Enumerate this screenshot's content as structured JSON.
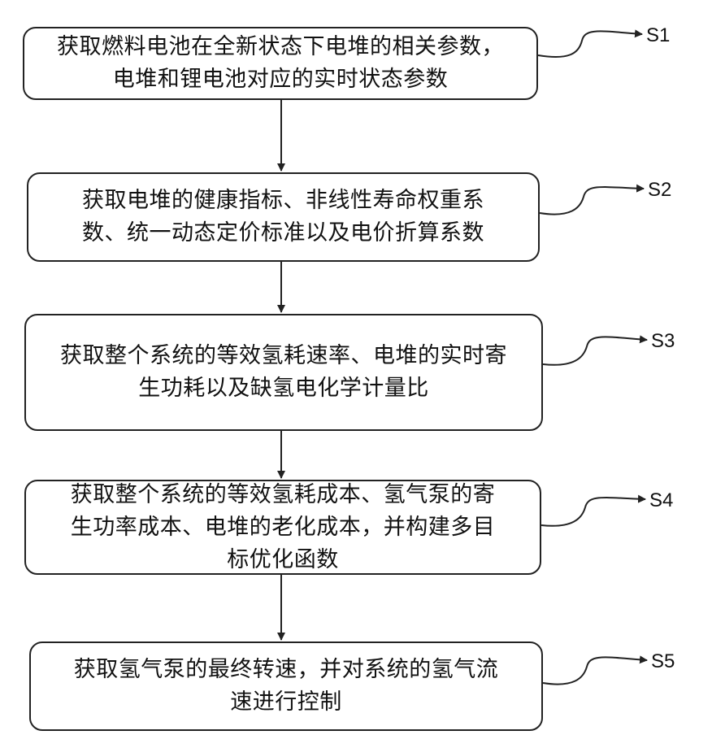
{
  "steps": [
    {
      "id": "S1",
      "text": "获取燃料电池在全新状态下电堆的相关参数，\n电堆和锂电池对应的实时状态参数"
    },
    {
      "id": "S2",
      "text": "获取电堆的健康指标、非线性寿命权重系\n数、统一动态定价标准以及电价折算系数"
    },
    {
      "id": "S3",
      "text": "获取整个系统的等效氢耗速率、电堆的实时寄\n生功耗以及缺氢电化学计量比"
    },
    {
      "id": "S4",
      "text": "获取整个系统的等效氢耗成本、氢气泵的寄\n生功率成本、电堆的老化成本，并构建多目\n标优化函数"
    },
    {
      "id": "S5",
      "text": "获取氢气泵的最终转速，并对系统的氢气流\n速进行控制"
    }
  ]
}
